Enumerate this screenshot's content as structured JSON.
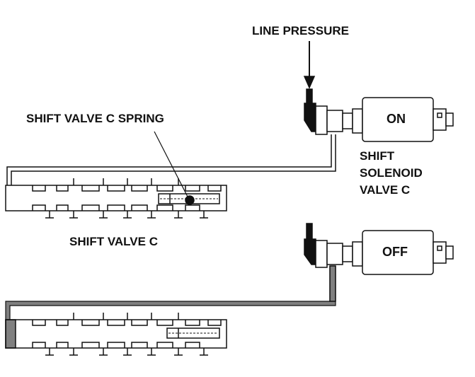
{
  "labels": {
    "line_pressure": "LINE PRESSURE",
    "spring": "SHIFT VALVE C SPRING",
    "solenoid_line1": "SHIFT",
    "solenoid_line2": "SOLENOID",
    "solenoid_line3": "VALVE C",
    "shift_valve": "SHIFT VALVE C"
  },
  "states": {
    "top": "ON",
    "bottom": "OFF"
  },
  "colors": {
    "ink": "#111111",
    "pressurized_fill": "#808080",
    "background": "#ffffff"
  }
}
